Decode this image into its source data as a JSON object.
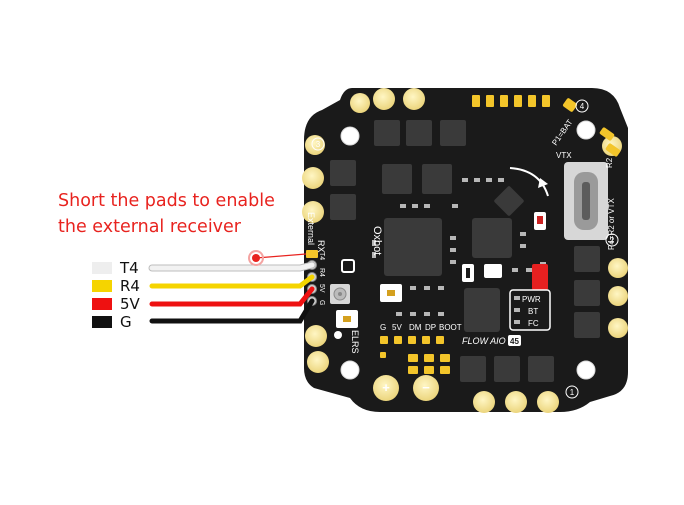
{
  "callout": {
    "line1": "Short the pads to enable",
    "line2": "the external receiver",
    "color": "#e8231f"
  },
  "wires": [
    {
      "label": "T4",
      "color": "#eeeeee"
    },
    {
      "label": "R4",
      "color": "#f5d400"
    },
    {
      "label": "5V",
      "color": "#ee1111"
    },
    {
      "label": "G",
      "color": "#111111"
    }
  ],
  "board": {
    "brand": "Oxbot",
    "model": "FLOW AIO",
    "model_number": "45",
    "pad_group_label": "External",
    "rx_label": "RX",
    "pad_labels": [
      "T4",
      "R4",
      "5V",
      "G"
    ],
    "antenna_label": "ELRS",
    "bottom_pad_labels": [
      "G",
      "5V",
      "DM",
      "DP",
      "BOOT"
    ],
    "led_labels": [
      "PWR",
      "BT",
      "FC"
    ],
    "vtx_label": "VTX",
    "bat_label": "P1=BAT",
    "r2_label": "R2",
    "usb_label": "P4=R2 or VTX",
    "motor_numbers": [
      "1",
      "2",
      "3",
      "4"
    ],
    "plus_sign": "+",
    "minus_sign": "−",
    "board_color": "#1a1a1a",
    "pad_color": "#f8e690"
  }
}
